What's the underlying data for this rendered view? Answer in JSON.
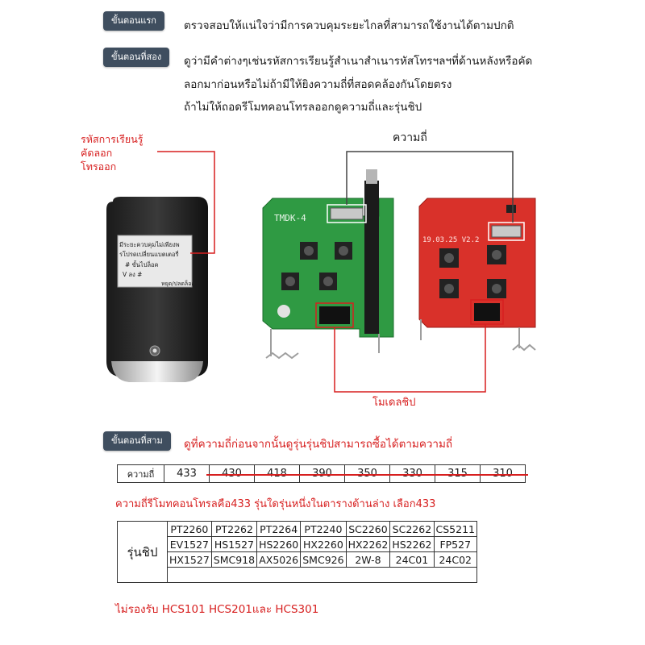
{
  "steps": [
    {
      "badge": "ขั้นตอนแรก",
      "lines": [
        "ตรวจสอบให้แน่ใจว่ามีการควบคุมระยะไกลที่สามารถใช้งานได้ตามปกติ"
      ]
    },
    {
      "badge": "ขั้นตอนที่สอง",
      "lines": [
        "ดูว่ามีคำต่างๆเช่นรหัสการเรียนรู้สำเนาสำเนารหัสโทรฯลฯที่ด้านหลังหรือคัด",
        "ลอกมาก่อนหรือไม่ถ้ามีให้ยิงความถี่ที่สอดคล้องกันโดยตรง",
        "ถ้าไม่ให้ถอดรีโมทคอนโทรลออกดูความถี่และรุ่นชิป"
      ]
    },
    {
      "badge": "ขั้นตอนที่สาม",
      "lines": [
        "ดูที่ความถี่ก่อนจากนั้นดูรุ่นรุ่นชิปสามารถซื้อได้ตามความถี่"
      ]
    }
  ],
  "illustration": {
    "left_label": [
      "รหัสการเรียนรู้",
      "คัดลอก",
      "โทรออก"
    ],
    "freq_label": "ความถี่",
    "chip_label": "โมเดลชิป",
    "green_board_text": "TMDK-4",
    "red_board_text": "19.03.25 V2.2",
    "sticker_lines": [
      "มีระยะควบคุมไม่เพียงพ",
      "รโปรดเปลี่ยนแบตเตอรี่",
      "# ขั้นไปล็อค",
      "V ลง   #",
      "หยุด/ปลดล็อก"
    ]
  },
  "frequency_table": {
    "header": "ความถี่",
    "values": [
      "433",
      "430",
      "418",
      "390",
      "350",
      "330",
      "315",
      "310"
    ],
    "struck": [
      false,
      true,
      true,
      true,
      true,
      true,
      true,
      true
    ]
  },
  "note_433": "ความถี่รีโมทคอนโทรลคือ433 รุ่นใดรุ่นหนึ่งในตารางด้านล่าง เลือก433",
  "chip_table": {
    "header": "รุ่นชิป",
    "rows": [
      [
        "PT2260",
        "PT2262",
        "PT2264",
        "PT2240",
        "SC2260",
        "SC2262",
        "CS5211"
      ],
      [
        "EV1527",
        "HS1527",
        "HS2260",
        "HX2260",
        "HX2262",
        "HS2262",
        "FP527"
      ],
      [
        "HX1527",
        "SMC918",
        "AX5026",
        "SMC926",
        "2W-8",
        "24C01",
        "24C02"
      ],
      [
        "",
        "",
        "",
        "",
        "",
        "",
        ""
      ]
    ]
  },
  "unsupported_note": "ไม่รองรับ HCS101 HCS201และ HCS301",
  "colors": {
    "accent_red": "#d71f1f",
    "badge_bg": "#3f4e5f",
    "green_pcb": "#2f9a43",
    "red_pcb": "#d9312a"
  }
}
